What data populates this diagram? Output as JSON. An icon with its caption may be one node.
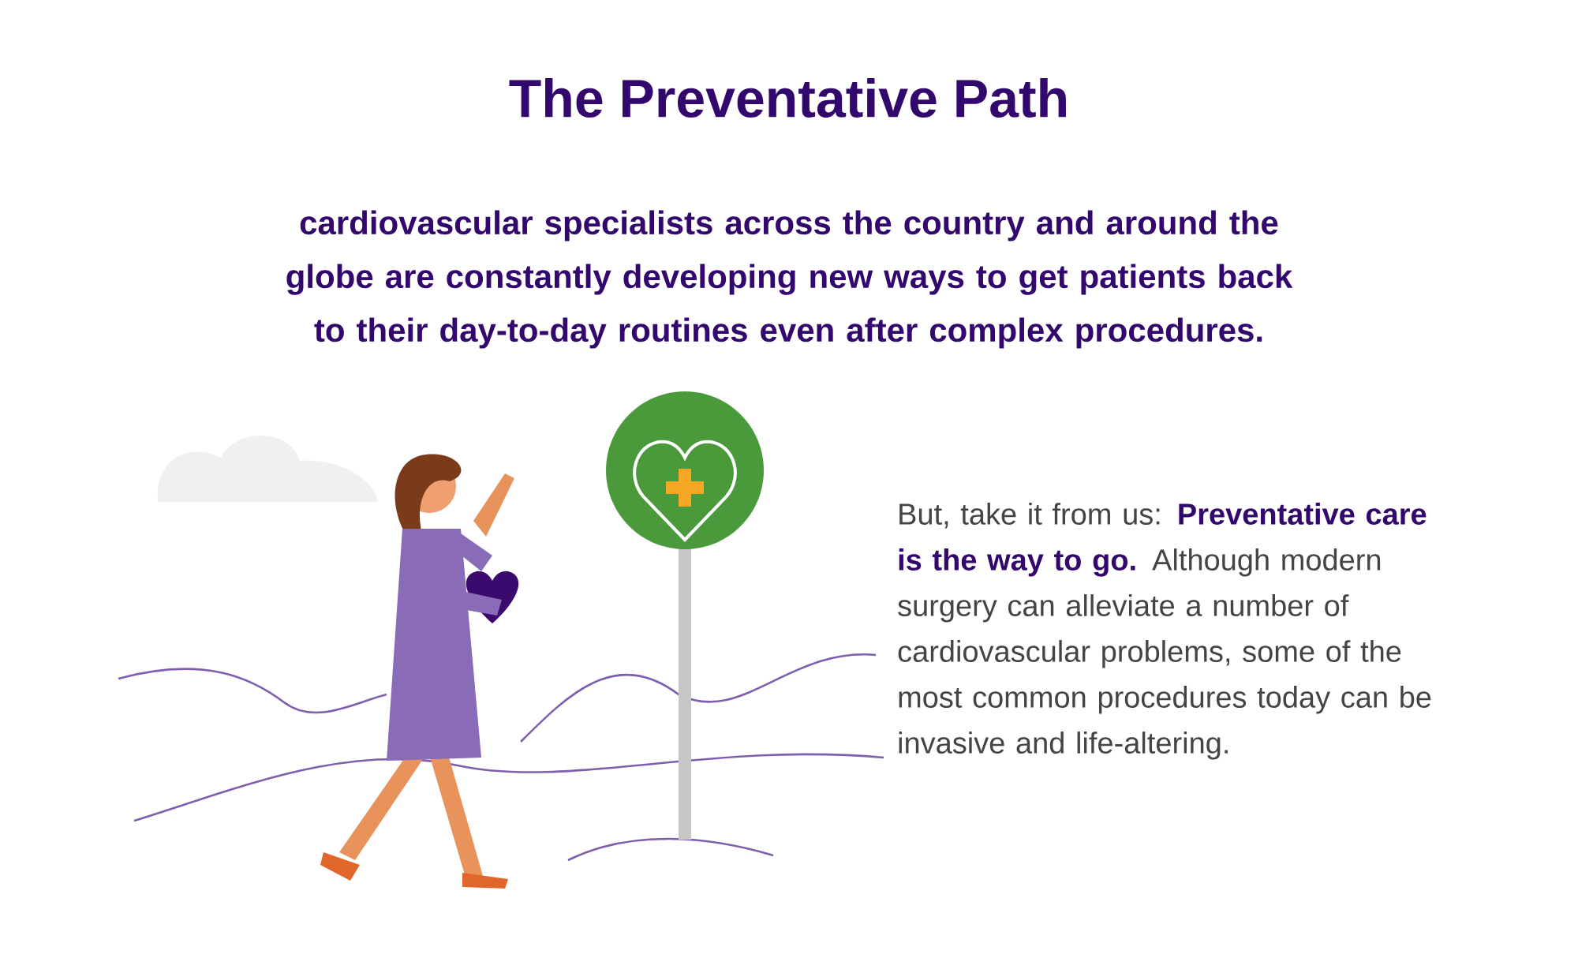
{
  "diagram": {
    "title": "The Preventative Path",
    "labels": [
      "cardiovascular specialists across the country and around the globe are constantly developing new ways to get patients back to their day-to-day routines even after complex procedures.",
      "But, take it from us: **Preventative care is the way to go.** Although modern surgery can alleviate a number of cardiovascular problems, some of the most common procedures today can be invasive and life-altering."
    ]
  }
}
